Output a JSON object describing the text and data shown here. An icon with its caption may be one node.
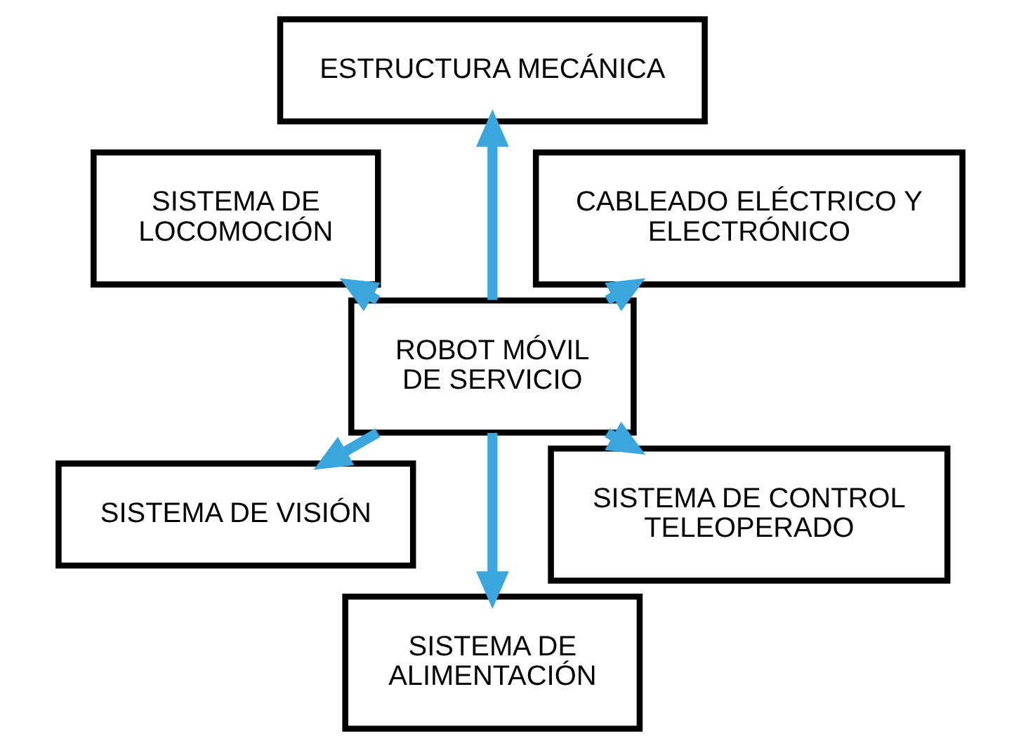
{
  "diagram": {
    "nodes": [
      {
        "text": [
          "CABLEADO ELÉCTRICO Y ELECTRÓNICO"
        ]
      },
      {
        "text": [
          "ESTRUCTURA MECÁNICA"
        ]
      },
      {
        "text": [
          "SISTEMA DE LOCOMOCIÓN"
        ]
      },
      {
        "text": [
          "ROBOT MÓVIL DE SERVICIO"
        ]
      },
      {
        "text": [
          "SISTEMA DE VISIÓN"
        ]
      },
      {
        "text": [
          "SISTEMA DE ALIMENTACIÓN"
        ]
      },
      {
        "text": [
          "SISTEMA DE CONTROL TELEOPERADO"
        ]
      }
    ],
    "edges": [
      {
        "from": 3,
        "to": 0,
        "arrow": "to"
      },
      {
        "from": 3,
        "to": 1,
        "arrow": "to"
      },
      {
        "from": 3,
        "to": 2,
        "arrow": "to"
      },
      {
        "from": 3,
        "to": 4,
        "arrow": "to"
      },
      {
        "from": 3,
        "to": 5,
        "arrow": "to"
      },
      {
        "from": 3,
        "to": 6,
        "arrow": "to"
      }
    ]
  }
}
